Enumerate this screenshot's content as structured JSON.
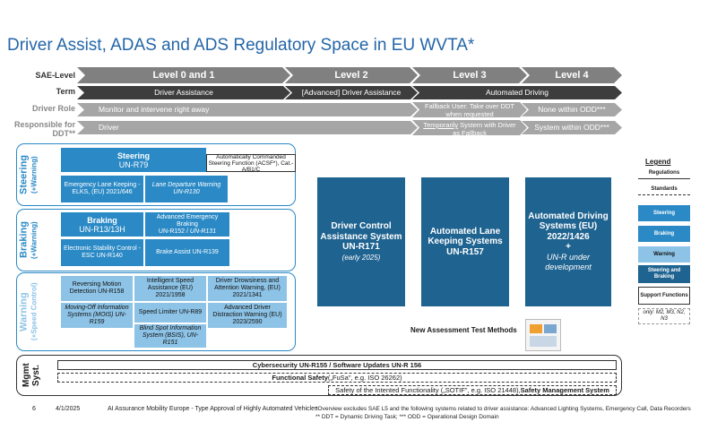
{
  "title": "Driver Assist, ADAS and ADS Regulatory Space in EU WVTA*",
  "rows": {
    "sae": "SAE-Level",
    "term": "Term",
    "role": "Driver Role",
    "resp": "Responsible for DDT**"
  },
  "levels": [
    "Level 0 and 1",
    "Level 2",
    "Level 3",
    "Level 4"
  ],
  "terms": {
    "t1": "Driver Assistance",
    "t2": "[Advanced] Driver Assistance",
    "t3": "Automated Driving"
  },
  "roles": {
    "r1": "Monitor and intervene right away",
    "r3": "Fallback User: Take over DDT when requested",
    "r4": "None within ODD***"
  },
  "resp": {
    "p1": "Driver",
    "p3a": "Temporarily",
    "p3b": " System with Driver as Fallback",
    "p4": "System within ODD***"
  },
  "groups": {
    "steering": "Steering",
    "steering_sub": "(+Warning)",
    "braking": "Braking",
    "braking_sub": "(+Warning)",
    "warning": "Warning",
    "warning_sub": "(+Speed Control)",
    "mgmt": "Mgmt Syst."
  },
  "steer": {
    "main_title": "Steering",
    "main_reg": "UN-R79",
    "acsf": "Automatically Commanded Steering Function (ACSF*), Cat.-A/B1/C",
    "elks": "Emergency Lane Keeping - ELKS, (EU) 2021/646",
    "ldw": "Lane Departure Warning UN-R130"
  },
  "brake": {
    "main_title": "Braking",
    "main_reg": "UN-R13/13H",
    "aeb1": "Advanced Emergency Braking",
    "aeb2": "UN-R152 / ",
    "aeb3": "UN-R131",
    "esc": "Electronic Stability Control - ESC UN-R140",
    "ba": "Brake Assist UN-R139"
  },
  "warn": {
    "rev": "Reversing Motion Detection UN-R158",
    "isa": "Intelligent Speed Assistance (EU) 2021/1958",
    "ddaw": "Driver Drowsiness and Attention Warning, (EU) 2021/1341",
    "mois": "Moving-Off Information Systems (MOIS) UN-R159",
    "limiter": "Speed Limiter UN-R89",
    "adddw": "Advanced Driver Distraction Warning (EU) 2023/2590",
    "bsis": "Blind Spot Information System (BSIS), UN-R151"
  },
  "big": {
    "dcas_title": "Driver Control Assistance System",
    "dcas_reg": "UN-R171",
    "dcas_note": "(early 2025)",
    "alks_title": "Automated Lane Keeping Systems",
    "alks_reg": "UN-R157",
    "ads_title": "Automated Driving Systems (EU) 2022/1426",
    "ads_plus": "+",
    "ads_note": "UN-R under development"
  },
  "nat": "New Assessment Test Methods",
  "legend": {
    "title": "Legend",
    "regs": "Regulations",
    "stds": "Standards",
    "steering": "Steering",
    "braking": "Braking",
    "warning": "Warning",
    "sb": "Steering and Braking",
    "support": "Support Functions",
    "only": "only: M2, M3, N2, N3"
  },
  "mgmt": {
    "cyber": "Cybersecurity UN-R155 / Software Updates UN-R 156",
    "fusa1": "Functional Safety",
    "fusa2": " („FuSa\", e.g. ISO 26262)",
    "sotif1": "Safety of the Intented Functionality („SOTIF\", e.g. ISO 21448),",
    "sotif2": " Safety Management System"
  },
  "footer": {
    "page": "6",
    "date": "4/1/2025",
    "org": "AI Assurance Mobility Europe - Type Approval of Highly Automated Vehicles",
    "note1": "*Overview excludes SAE L5 and the following systems related to driver assistance: Advanced Lighting Systems, Emergency Call, Data Recorders",
    "note2": "** DDT = Dynamic Driving Task;    *** ODD = Operational Design Domain"
  },
  "colors": {
    "title": "#2466a8",
    "steering": "#2b8ac6",
    "braking": "#2b8ac6",
    "warning": "#8dc3e6",
    "big": "#1f6390"
  }
}
